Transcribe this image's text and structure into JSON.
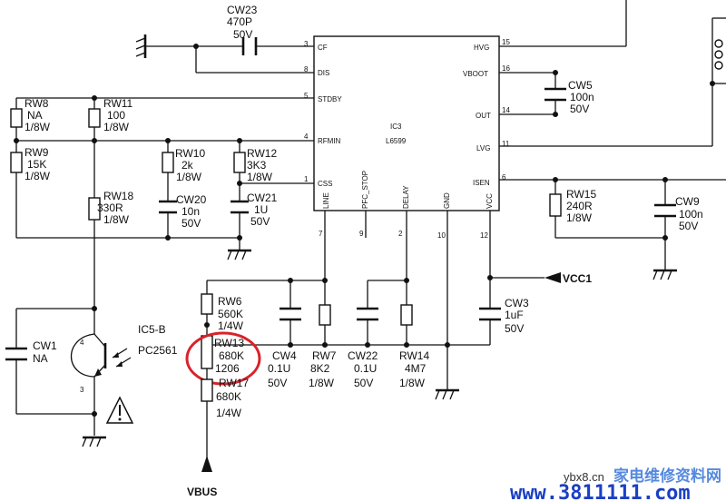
{
  "ic": {
    "designator": "IC3",
    "part": "L6599",
    "pins_left": [
      {
        "num": "3",
        "name": "CF"
      },
      {
        "num": "8",
        "name": "DIS"
      },
      {
        "num": "5",
        "name": "STDBY"
      },
      {
        "num": "4",
        "name": "RFMIN"
      },
      {
        "num": "1",
        "name": "CSS"
      }
    ],
    "pins_right": [
      {
        "num": "15",
        "name": "HVG"
      },
      {
        "num": "16",
        "name": "VBOOT"
      },
      {
        "num": "14",
        "name": "OUT"
      },
      {
        "num": "11",
        "name": "LVG"
      },
      {
        "num": "6",
        "name": "ISEN"
      }
    ],
    "pins_bottom": [
      {
        "num": "7",
        "name": "LINE"
      },
      {
        "num": "9",
        "name": "PFC_STOP"
      },
      {
        "num": "2",
        "name": "DELAY"
      },
      {
        "num": "10",
        "name": "GND"
      },
      {
        "num": "12",
        "name": "VCC"
      }
    ]
  },
  "components": {
    "cw23": {
      "ref": "CW23",
      "val": "470P",
      "rating": "50V"
    },
    "cw5": {
      "ref": "CW5",
      "val": "100n",
      "rating": "50V"
    },
    "rw8": {
      "ref": "RW8",
      "val": "NA",
      "rating": "1/8W"
    },
    "rw11": {
      "ref": "RW11",
      "val": "100",
      "rating": "1/8W"
    },
    "rw9": {
      "ref": "RW9",
      "val": "15K",
      "rating": "1/8W"
    },
    "rw10": {
      "ref": "RW10",
      "val": "2k",
      "rating": "1/8W"
    },
    "rw12": {
      "ref": "RW12",
      "val": "3K3",
      "rating": "1/8W"
    },
    "rw18": {
      "ref": "RW18",
      "val": "330R",
      "rating": "1/8W"
    },
    "cw20": {
      "ref": "CW20",
      "val": "10n",
      "rating": "50V"
    },
    "cw21": {
      "ref": "CW21",
      "val": "1U",
      "rating": "50V"
    },
    "rw15": {
      "ref": "RW15",
      "val": "240R",
      "rating": "1/8W"
    },
    "cw9": {
      "ref": "CW9",
      "val": "100n",
      "rating": "50V"
    },
    "rw6": {
      "ref": "RW6",
      "val": "560K",
      "rating": "1/4W"
    },
    "rw13": {
      "ref": "RW13",
      "val": "680K",
      "rating": "1206"
    },
    "rw17": {
      "ref": "RW17",
      "val": "680K",
      "rating": "1/4W"
    },
    "cw4": {
      "ref": "CW4",
      "val": "0.1U",
      "rating": "50V"
    },
    "rw7": {
      "ref": "RW7",
      "val": "8K2",
      "rating": "1/8W"
    },
    "cw22": {
      "ref": "CW22",
      "val": "0.1U",
      "rating": "50V"
    },
    "rw14": {
      "ref": "RW14",
      "val": "4M7",
      "rating": "1/8W"
    },
    "cw3": {
      "ref": "CW3",
      "val": "1uF",
      "rating": "50V"
    },
    "cw1": {
      "ref": "CW1",
      "val": "NA"
    },
    "ic5": {
      "ref": "IC5-B",
      "part": "PC2561",
      "pin4": "4",
      "pin3": "3"
    }
  },
  "nets": {
    "vcc": "VCC1",
    "vbus": "VBUS"
  },
  "highlight_color": "#d8232a",
  "watermark": {
    "site1": "ybx8.cn",
    "chars": "家电维修资料网",
    "site2": "www.3811111.com"
  }
}
